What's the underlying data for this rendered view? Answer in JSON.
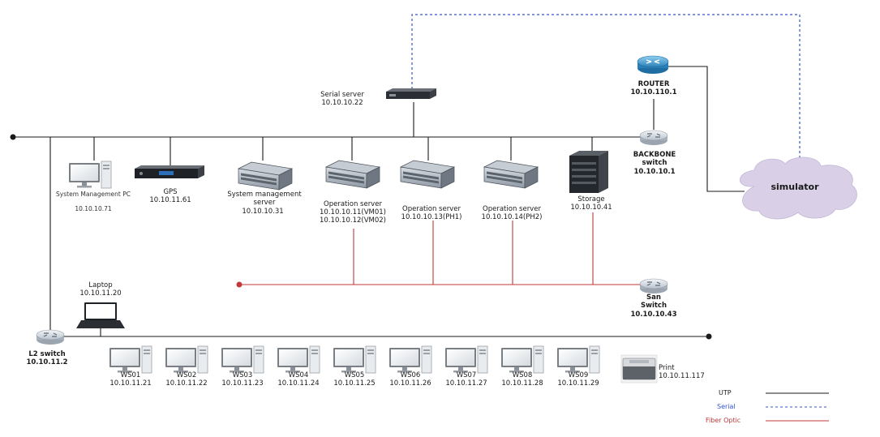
{
  "colors": {
    "utp": "#1a1a1a",
    "serial": "#3355cc",
    "fiber": "#c0393b",
    "cloud": "#d9cfe6"
  },
  "nodes": {
    "router": {
      "name": "ROUTER",
      "ip": "10.10.110.1"
    },
    "serial_server": {
      "name": "Serial server",
      "ip": "10.10.10.22"
    },
    "backbone": {
      "name": "BACKBONE switch",
      "ip": "10.10.10.1"
    },
    "simulator": {
      "name": "simulator"
    },
    "sys_pc": {
      "name": "System Management PC",
      "ip": "10.10.10.71"
    },
    "gps": {
      "name": "GPS",
      "ip": "10.10.11.61"
    },
    "sys_server": {
      "name": "System management server",
      "ip": "10.10.10.31"
    },
    "op_vm": {
      "name": "Operation server",
      "ip1": "10.10.10.11(VM01)",
      "ip2": "10.10.10.12(VM02)"
    },
    "op_ph1": {
      "name": "Operation server",
      "ip": "10.10.10.13(PH1)"
    },
    "op_ph2": {
      "name": "Operation server",
      "ip": "10.10.10.14(PH2)"
    },
    "storage": {
      "name": "Storage",
      "ip": "10.10.10.41"
    },
    "san": {
      "name": "San Switch",
      "ip": "10.10.10.43"
    },
    "laptop": {
      "name": "Laptop",
      "ip": "10.10.11.20"
    },
    "l2": {
      "name": "L2 switch",
      "ip": "10.10.11.2"
    },
    "print": {
      "name": "Print",
      "ip": "10.10.11.117"
    }
  },
  "workstations": [
    {
      "name": "WS01",
      "ip": "10.10.11.21"
    },
    {
      "name": "WS02",
      "ip": "10.10.11.22"
    },
    {
      "name": "WS03",
      "ip": "10.10.11.23"
    },
    {
      "name": "WS04",
      "ip": "10.10.11.24"
    },
    {
      "name": "WS05",
      "ip": "10.10.11.25"
    },
    {
      "name": "WS06",
      "ip": "10.10.11.26"
    },
    {
      "name": "WS07",
      "ip": "10.10.11.27"
    },
    {
      "name": "WS08",
      "ip": "10.10.11.28"
    },
    {
      "name": "WS09",
      "ip": "10.10.11.29"
    }
  ],
  "legend": {
    "utp": "UTP",
    "serial": "Serial",
    "fiber": "Fiber Optic"
  }
}
